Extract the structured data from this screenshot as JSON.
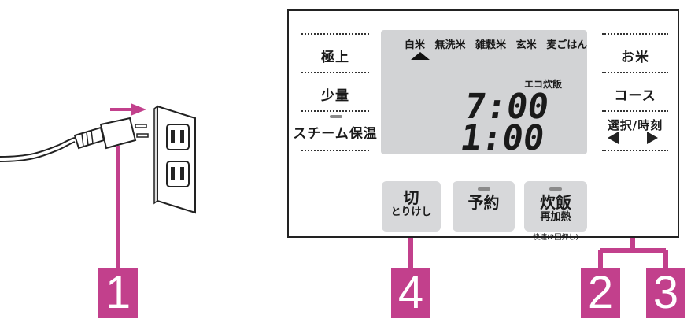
{
  "panel": {
    "left_labels": {
      "top": "極上",
      "middle": "少量",
      "bottom": "スチーム保温"
    },
    "right_labels": {
      "top": "お米",
      "middle": "コース",
      "bottom": "選択/時刻"
    },
    "lcd": {
      "rice_types": [
        "白米",
        "無洗米",
        "雑穀米",
        "玄米",
        "麦ごはん"
      ],
      "mode_label": "エコ炊飯",
      "time_line1": "7:00",
      "time_line2": "1:00"
    },
    "buttons": {
      "cancel_main": "切",
      "cancel_sub": "とりけし",
      "timer_main": "予約",
      "cook_main": "炊飯",
      "cook_sub": "再加熱",
      "cook_note": "快速(2回押し)"
    }
  },
  "steps": [
    "1",
    "2",
    "3",
    "4"
  ],
  "colors": {
    "accent": "#c2408c",
    "button": "#d7d8da",
    "lcd": "#d2d3d5"
  },
  "icons": [
    "plug-icon",
    "outlet-icon",
    "insert-arrow-icon",
    "left-triangle-icon",
    "right-triangle-icon"
  ]
}
